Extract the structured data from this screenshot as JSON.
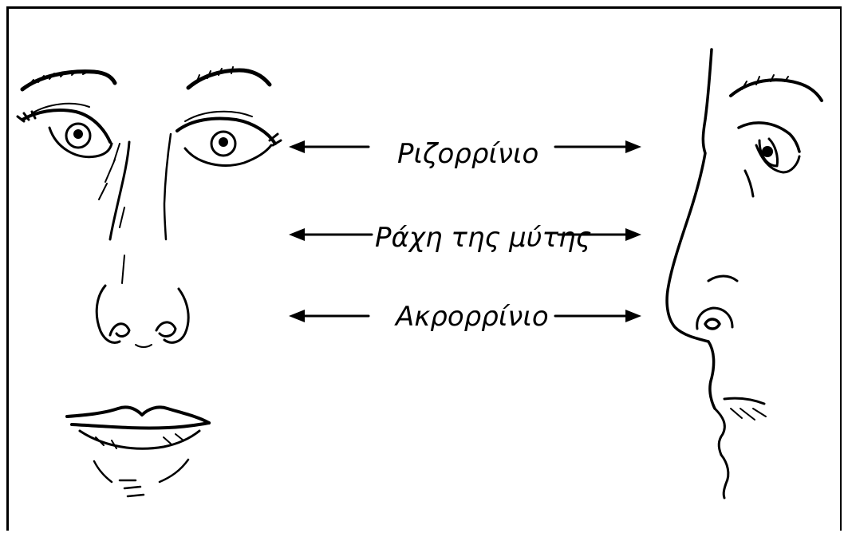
{
  "labels": {
    "nasal_root": "Ριζορρίνιο",
    "nasal_dorsum": "Ράχη της μύτης",
    "nasal_tip": "Ακρορρίνιο"
  },
  "colors": {
    "ink": "#000000",
    "background": "#ffffff"
  }
}
